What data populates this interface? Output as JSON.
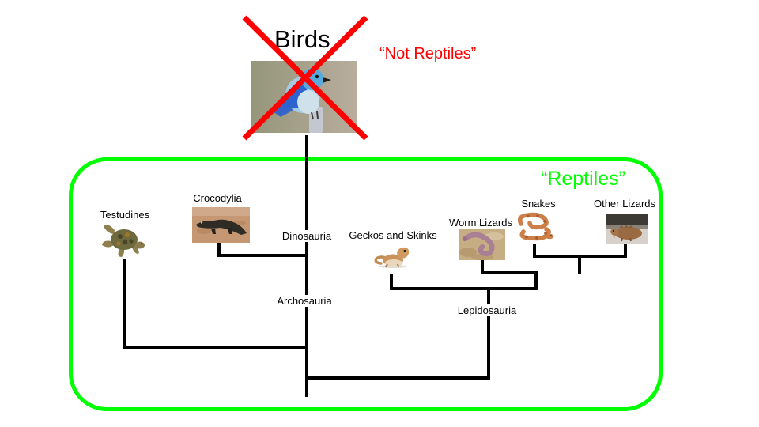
{
  "slide": {
    "birds_title": "Birds",
    "not_reptiles_caption": "“Not Reptiles”",
    "reptiles_caption": "“Reptiles”"
  },
  "taxa": {
    "testudines": "Testudines",
    "crocodylia": "Crocodylia",
    "dinosauria": "Dinosauria",
    "archosauria": "Archosauria",
    "geckos_and_skinks": "Geckos and Skinks",
    "worm_lizards": "Worm Lizards",
    "snakes": "Snakes",
    "other_lizards": "Other Lizards",
    "lepidosauria": "Lepidosauria"
  },
  "colors": {
    "not_reptiles_red": "#ff0000",
    "cross_out_red": "#ff0000",
    "reptiles_green": "#00ff00",
    "branch_black": "#000000"
  },
  "images": {
    "bird": "bluebird-photo",
    "turtle": "sea-turtle-photo",
    "crocodile": "crocodile-photo",
    "gecko": "gecko-photo",
    "worm_lizard": "worm-lizard-photo",
    "snake": "coiled-snake-photo",
    "other_lizard": "brown-lizard-photo"
  },
  "phylogeny": {
    "name": "root",
    "children": [
      {
        "name": "Lepidosauria",
        "children": [
          {
            "name": "Geckos and Skinks"
          },
          {
            "children": [
              {
                "name": "Worm Lizards"
              },
              {
                "children": [
                  {
                    "name": "Snakes"
                  },
                  {
                    "name": "Other Lizards"
                  }
                ]
              }
            ]
          }
        ]
      },
      {
        "children": [
          {
            "name": "Testudines"
          },
          {
            "name": "Archosauria",
            "children": [
              {
                "name": "Crocodylia"
              },
              {
                "name": "Dinosauria",
                "children": [
                  {
                    "name": "Birds",
                    "status": "Not Reptiles"
                  }
                ]
              }
            ]
          }
        ]
      }
    ]
  }
}
